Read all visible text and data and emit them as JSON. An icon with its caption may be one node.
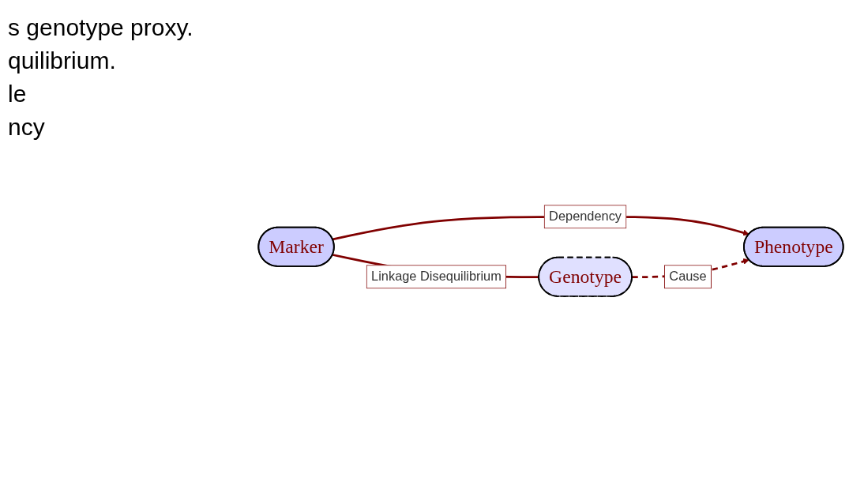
{
  "diagram": {
    "nodes": [
      {
        "text": [
          "Marker"
        ]
      },
      {
        "text": [
          "Phenotype"
        ]
      },
      {
        "text": [
          "Genotype"
        ]
      }
    ],
    "edges": [
      {
        "from": 0,
        "to": 1,
        "arrow": "to",
        "label": "Dependency"
      },
      {
        "from": 0,
        "to": 2,
        "arrow": "none",
        "label": "Linkage Disequilibrium"
      },
      {
        "from": 2,
        "to": 1,
        "arrow": "to",
        "label": "Cause",
        "style": "dashed"
      }
    ],
    "labels": [
      "s genotype proxy.",
      "quilibrium.",
      "le",
      "ncy"
    ]
  }
}
